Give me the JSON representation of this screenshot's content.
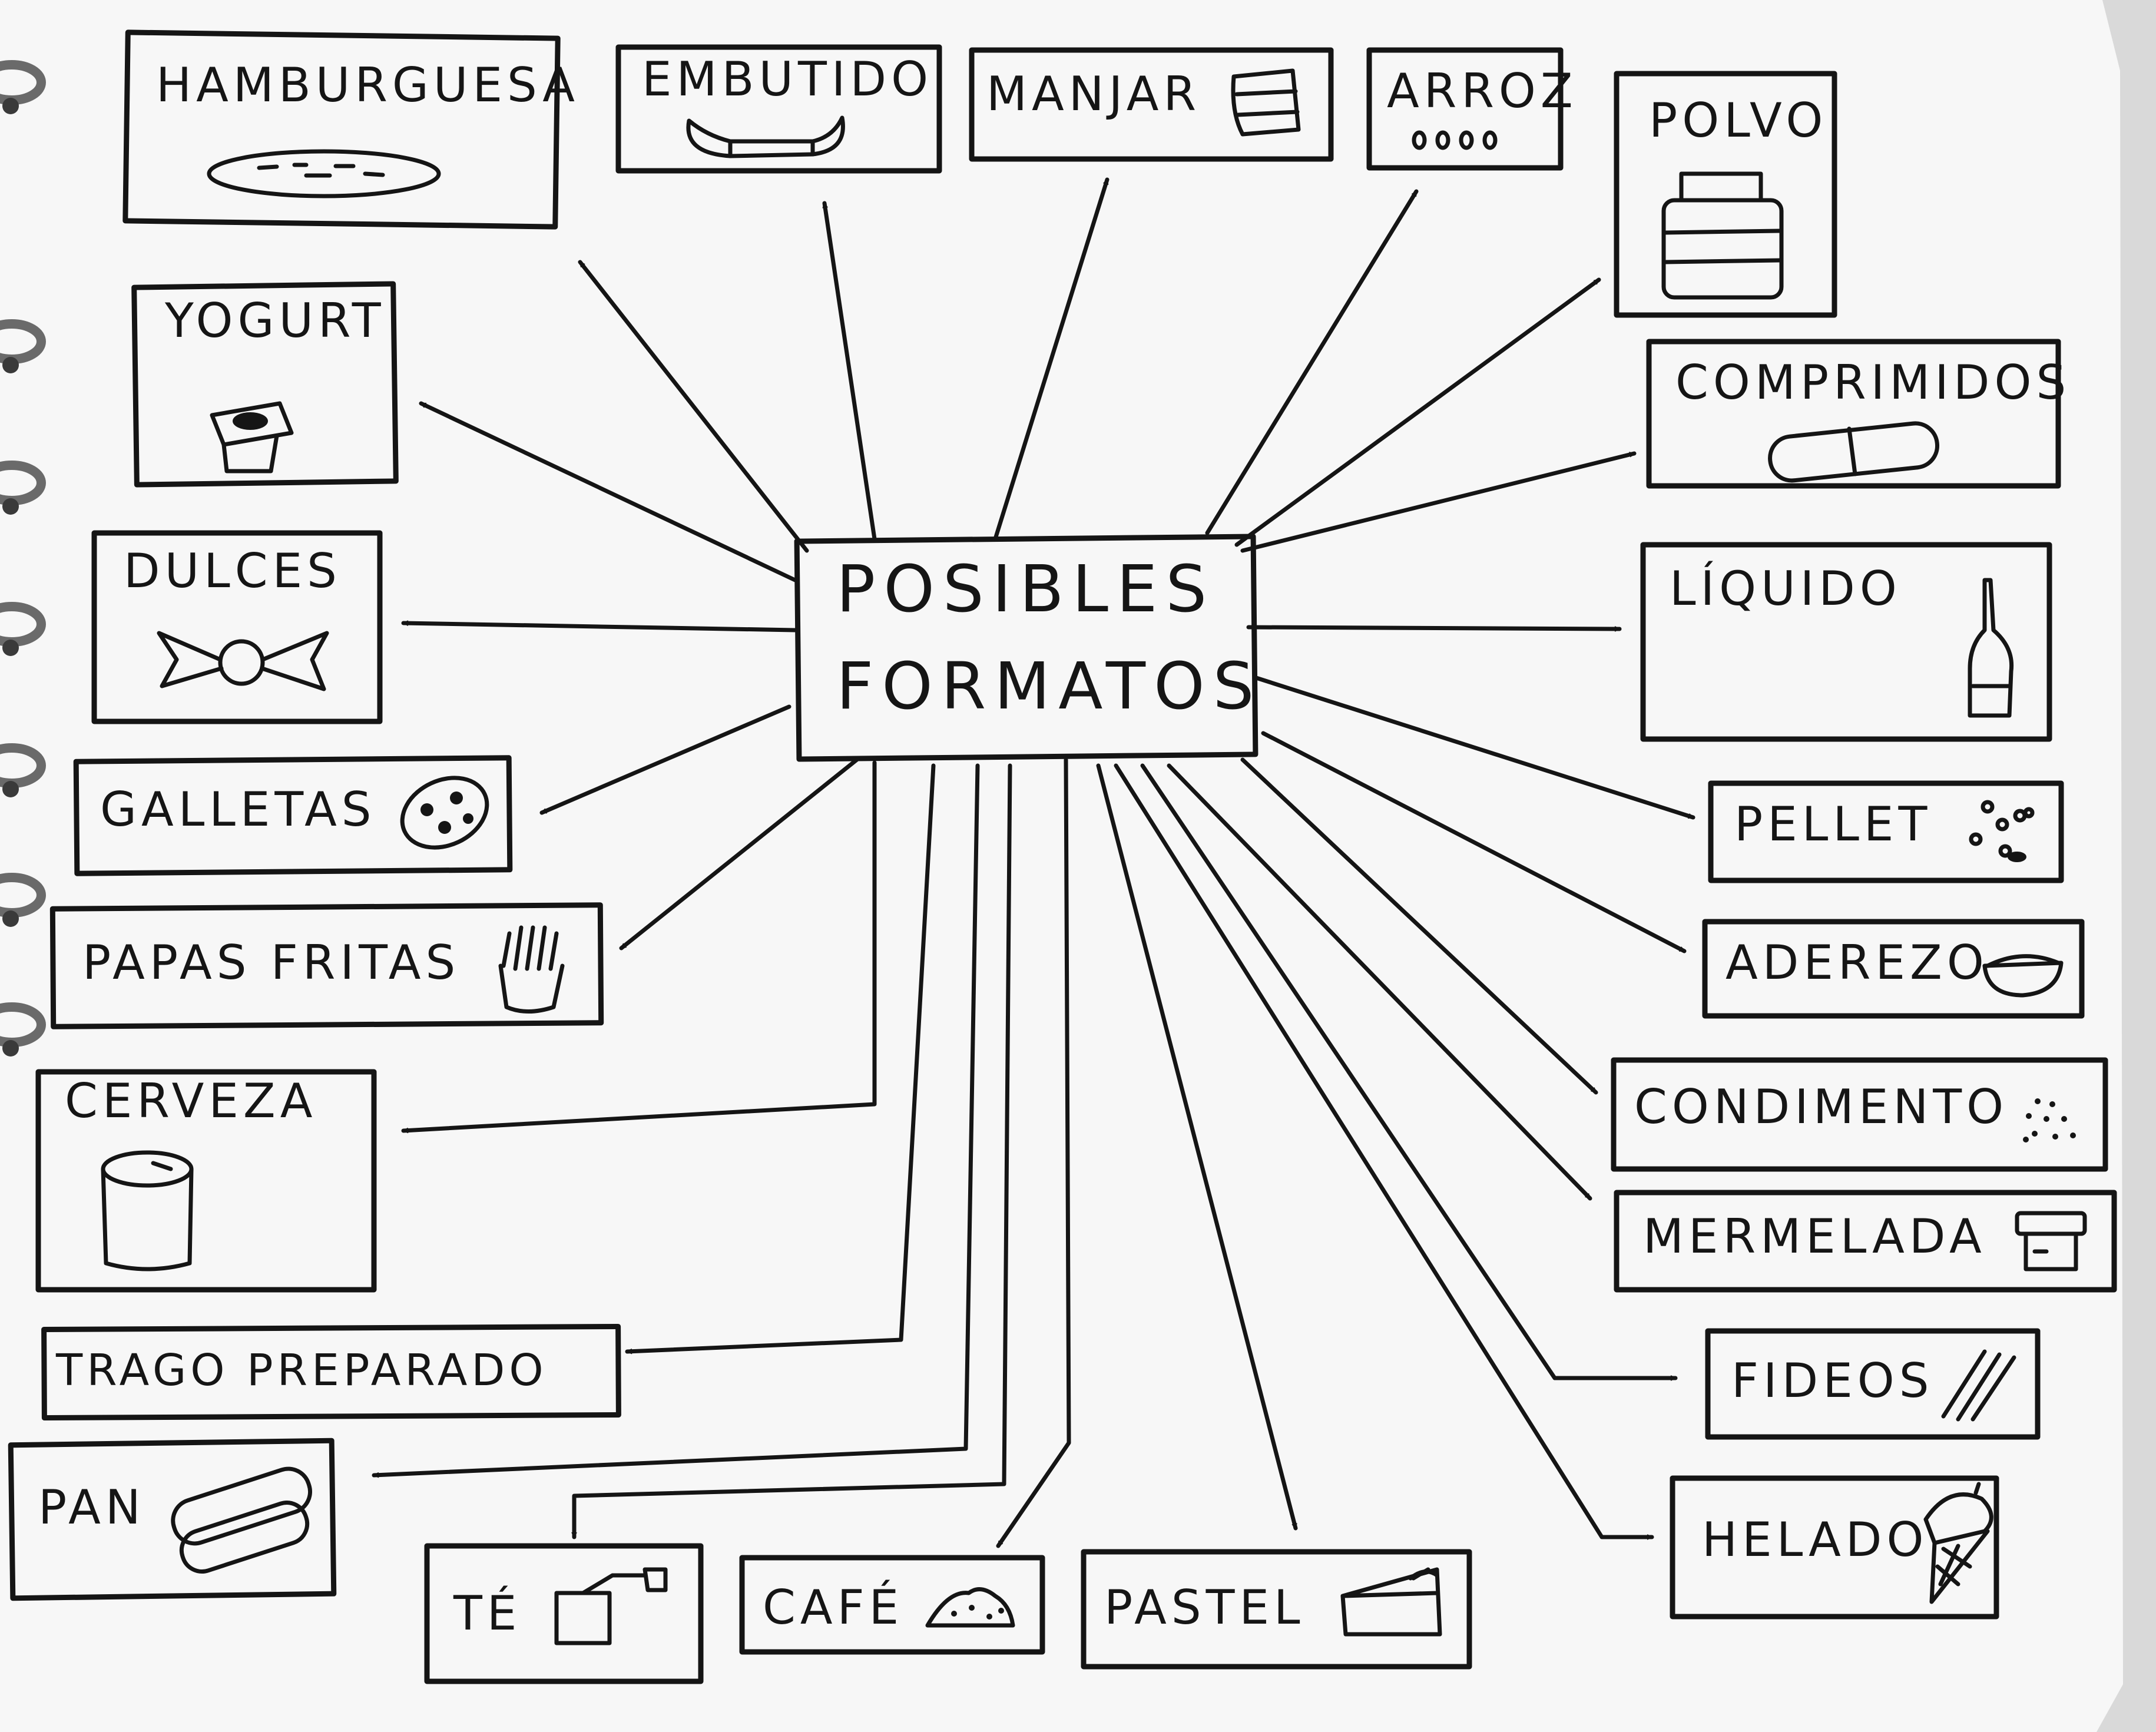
{
  "center": {
    "line1": "POSIBLES",
    "line2": "FORMATOS"
  },
  "formats": {
    "hamburguesa": "HAMBURGUESA",
    "embutido": "EMBUTIDO",
    "manjar": "MANJAR",
    "arroz": "ARROZ",
    "polvo": "POLVO",
    "yogurt": "YOGURT",
    "comprimidos": "COMPRIMIDOS",
    "dulces": "DULCES",
    "liquido": "LÍQUIDO",
    "galletas": "GALLETAS",
    "pellet": "PELLET",
    "papas_fritas": "PAPAS FRITAS",
    "aderezo": "ADEREZO",
    "cerveza": "CERVEZA",
    "condimento": "CONDIMENTO",
    "mermelada": "MERMELADA",
    "trago_preparado": "TRAGO PREPARADO",
    "fideos": "FIDEOS",
    "pan": "PAN",
    "helado": "HELADO",
    "te": "TÉ",
    "cafe": "CAFÉ",
    "pastel": "PASTEL"
  },
  "icons": {
    "hamburguesa": "patty-icon",
    "embutido": "sausage-icon",
    "manjar": "manjar-pack-icon",
    "arroz": "rice-grains-icon",
    "polvo": "powder-jar-icon",
    "yogurt": "yogurt-cup-icon",
    "comprimidos": "capsule-icon",
    "dulces": "wrapped-candy-icon",
    "liquido": "bottle-icon",
    "galletas": "cookie-icon",
    "pellet": "pellets-icon",
    "papas_fritas": "fries-icon",
    "aderezo": "dressing-bowl-icon",
    "cerveza": "beer-can-icon",
    "condimento": "seasoning-icon",
    "mermelada": "jam-jar-icon",
    "fideos": "noodles-icon",
    "pan": "bread-icon",
    "helado": "ice-cream-cone-icon",
    "te": "tea-bag-icon",
    "cafe": "coffee-pile-icon",
    "pastel": "cake-slice-icon"
  },
  "colors": {
    "ink": "#151515",
    "paper": "#f7f7f7",
    "background": "#d9d9d9"
  }
}
